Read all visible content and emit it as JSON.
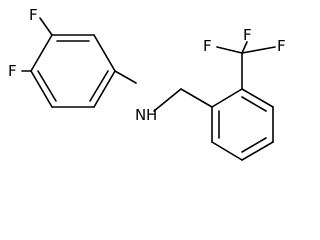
{
  "molecule": {
    "atoms": {
      "f_top": "F",
      "f_left": "F",
      "n_amine": "N",
      "h_amine": "H",
      "cf3_f1": "F",
      "cf3_f2": "F",
      "cf3_f3": "F"
    }
  }
}
